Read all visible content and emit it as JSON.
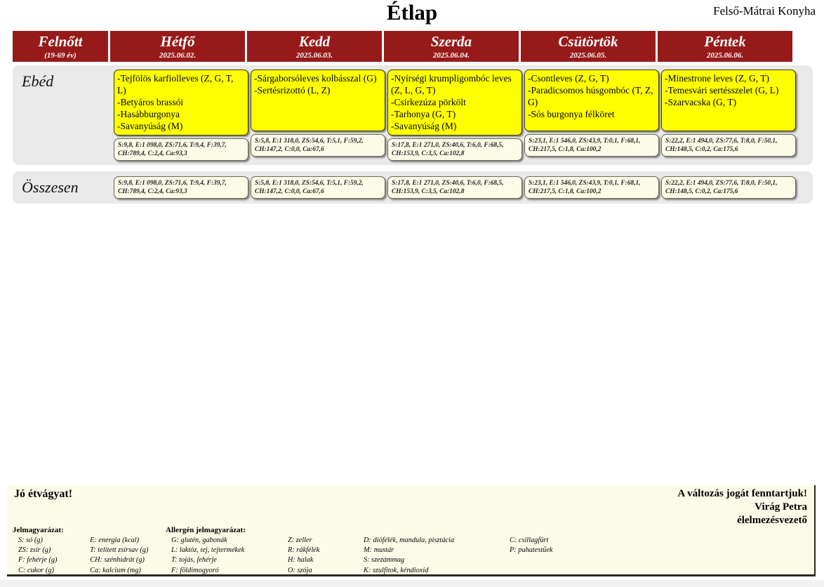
{
  "header": {
    "title": "Étlap",
    "kitchen": "Felső-Mátrai Konyha"
  },
  "columns": [
    {
      "name": "Felnőtt",
      "sub": "(19-69 év)"
    },
    {
      "name": "Hétfő",
      "sub": "2025.06.02."
    },
    {
      "name": "Kedd",
      "sub": "2025.06.03."
    },
    {
      "name": "Szerda",
      "sub": "2025.06.04."
    },
    {
      "name": "Csütörtök",
      "sub": "2025.06.05."
    },
    {
      "name": "Péntek",
      "sub": "2025.06.06."
    }
  ],
  "meal": {
    "label": "Ebéd",
    "days": [
      {
        "dishes": "-Tejfölös karfiolleves (Z, G, T, L)\n-Betyáros brassói\n-Hasábburgonya\n-Savanyúság (M)",
        "nutrition": "S:9,8, E:1 098,0, ZS:71,6, T:9,4, F:39,7, CH:789,4, C:2,4, Ca:93,3"
      },
      {
        "dishes": "-Sárgaborsóleves kolbásszal (G)\n-Sertésrizottó (L, Z)",
        "nutrition": "S:5,8, E:1 318,0, ZS:54,6, T:5,1, F:59,2, CH:147,2, C:0,0, Ca:67,6"
      },
      {
        "dishes": "-Nyírségi krumpligombóc leves (Z, L, G, T)\n-Csirkezúza pörkölt\n-Tarhonya (G, T)\n-Savanyúság (M)",
        "nutrition": "S:17,8, E:1 271,0, ZS:40,6, T:6,0, F:68,5, CH:153,9, C:3,5, Ca:102,8"
      },
      {
        "dishes": "-Csontleves (Z, G, T)\n-Paradicsomos húsgombóc (T, Z, G)\n-Sós burgonya félköret",
        "nutrition": "S:23,1, E:1 546,0, ZS:43,9, T:0,1, F:68,1, CH:217,5, C:1,8, Ca:100,2"
      },
      {
        "dishes": "-Minestrone leves (Z, G, T)\n-Temesvári sertésszelet  (G, L)\n-Szarvacska (G, T)",
        "nutrition": "S:22,2, E:1 494,0, ZS:77,6, T:8,0, F:50,1, CH:148,5, C:0,2, Ca:175,6"
      }
    ]
  },
  "totals": {
    "label": "Összesen",
    "values": [
      "S:9,8, E:1 098,0, ZS:71,6, T:9,4, F:39,7, CH:789,4, C:2,4, Ca:93,3",
      "S:5,8, E:1 318,0, ZS:54,6, T:5,1, F:59,2, CH:147,2, C:0,0, Ca:67,6",
      "S:17,8, E:1 271,0, ZS:40,6, T:6,0, F:68,5, CH:153,9, C:3,5, Ca:102,8",
      "S:23,1, E:1 546,0, ZS:43,9, T:0,1, F:68,1, CH:217,5, C:1,8, Ca:100,2",
      "S:22,2, E:1 494,0, ZS:77,6, T:8,0, F:50,1, CH:148,5, C:0,2, Ca:175,6"
    ]
  },
  "footer": {
    "bon_appetit": "Jó étvágyat!",
    "disclaimer": "A változás jogát fenntartjuk!",
    "signer_name": "Virág Petra",
    "signer_title": "élelmezésvezető",
    "nutrition_legend_title": "Jelmagyarázat:",
    "nutrition_legend_col1": [
      "S: só (g)",
      "ZS: zsír (g)",
      "F: fehérje (g)",
      "C: cukor (g)"
    ],
    "nutrition_legend_col2": [
      "E: energia (kcal)",
      "T: telített zsírsav (g)",
      "CH: szénhidrát (g)",
      "Ca: kalcium (mg)"
    ],
    "allergen_legend_title": "Allergén jelmagyarázat:",
    "allergen_col1": [
      "G: glutén, gabonák",
      "L: laktóz, tej, tejtermékek",
      "T: tojás, fehérje",
      "F: földimogyoró"
    ],
    "allergen_col2": [
      "Z: zeller",
      "R: rákfélék",
      "H: halak",
      "O: szója"
    ],
    "allergen_col3": [
      "D: diófélék, mandula, pisztácia",
      "M: mustár",
      "S: szezámmag",
      "K: szulfitok, kéndioxid"
    ],
    "allergen_col4": [
      "C: csillagfürt",
      "P: puhatestűek"
    ]
  },
  "colors": {
    "header_red": "#971A1A",
    "dish_yellow": "#FFFF00",
    "band_gray": "#E9E9E9",
    "paper_cream": "#FBFBE8"
  }
}
